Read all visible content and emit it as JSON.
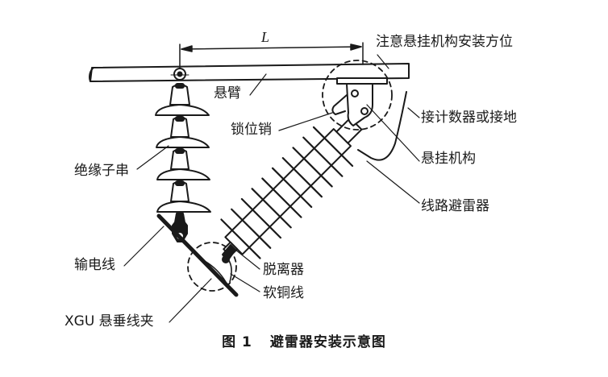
{
  "figure": {
    "caption_number": "图 1",
    "caption_title": "避雷器安装示意图"
  },
  "dimension": {
    "label": "L"
  },
  "labels": {
    "mounting_orientation_note": "注意悬挂机构安装方位",
    "cantilever_arm": "悬臂",
    "locking_pin": "锁位销",
    "counter_or_ground": "接计数器或接地",
    "suspension_mechanism": "悬挂机构",
    "line_arrester": "线路避雷器",
    "insulator_string": "绝缘子串",
    "transmission_line": "输电线",
    "disconnector": "脱离器",
    "soft_copper_wire": "软铜线",
    "suspension_clamp": "XGU 悬垂线夹"
  },
  "colors": {
    "ink": "#1a1a1a",
    "background": "#ffffff"
  }
}
